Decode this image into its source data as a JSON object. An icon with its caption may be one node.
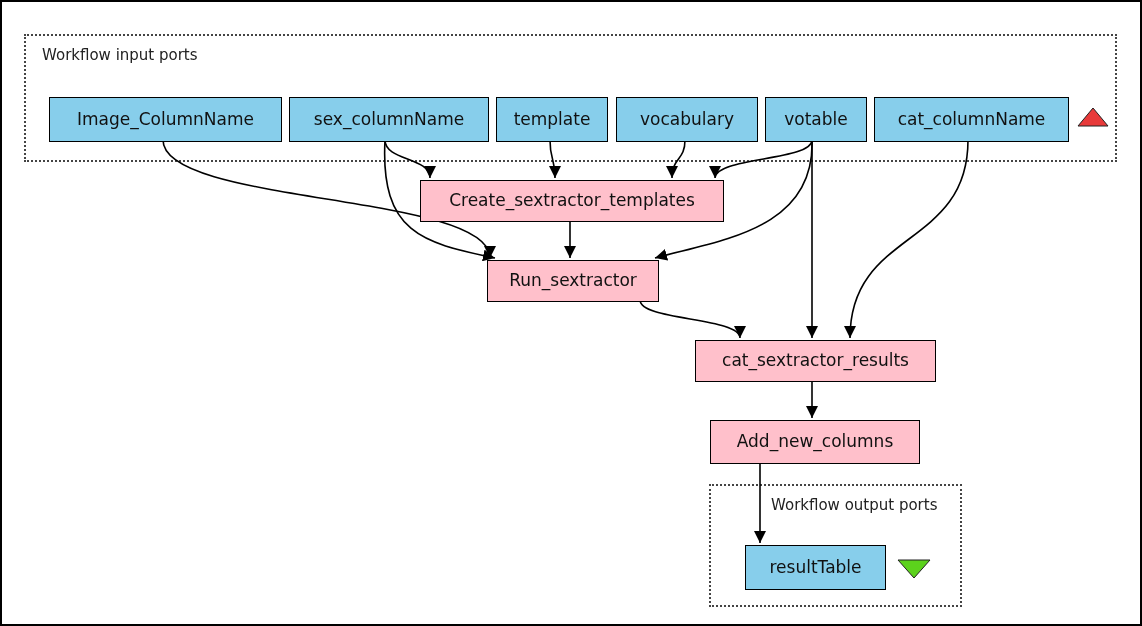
{
  "diagram": {
    "nodes": [
      {
        "text": [
          "Workflow input ports"
        ]
      },
      {
        "text": [
          "Image_ColumnName"
        ],
        "in": 0
      },
      {
        "text": [
          "sex_columnName"
        ],
        "in": 0
      },
      {
        "text": [
          "template"
        ],
        "in": 0
      },
      {
        "text": [
          "vocabulary"
        ],
        "in": 0
      },
      {
        "text": [
          "votable"
        ],
        "in": 0
      },
      {
        "text": [
          "cat_columnName"
        ],
        "in": 0
      },
      {
        "text": [
          "Create_sextractor_templates"
        ]
      },
      {
        "text": [
          "Run_sextractor"
        ]
      },
      {
        "text": [
          "cat_sextractor_results"
        ]
      },
      {
        "text": [
          "Add_new_columns"
        ]
      },
      {
        "text": [
          "Workflow output ports"
        ]
      },
      {
        "text": [
          "resultTable"
        ],
        "in": 11
      }
    ],
    "edges": [
      {
        "from": 2,
        "to": 7,
        "arrow": "to"
      },
      {
        "from": 2,
        "to": 8,
        "arrow": "to"
      },
      {
        "from": 3,
        "to": 7,
        "arrow": "to"
      },
      {
        "from": 4,
        "to": 7,
        "arrow": "to"
      },
      {
        "from": 5,
        "to": 7,
        "arrow": "to"
      },
      {
        "from": 5,
        "to": 8,
        "arrow": "to"
      },
      {
        "from": 5,
        "to": 9,
        "arrow": "to"
      },
      {
        "from": 1,
        "to": 8,
        "arrow": "to"
      },
      {
        "from": 7,
        "to": 8,
        "arrow": "to"
      },
      {
        "from": 8,
        "to": 9,
        "arrow": "to"
      },
      {
        "from": 6,
        "to": 9,
        "arrow": "to"
      },
      {
        "from": 9,
        "to": 10,
        "arrow": "to"
      },
      {
        "from": 10,
        "to": 12,
        "arrow": "to"
      }
    ]
  }
}
